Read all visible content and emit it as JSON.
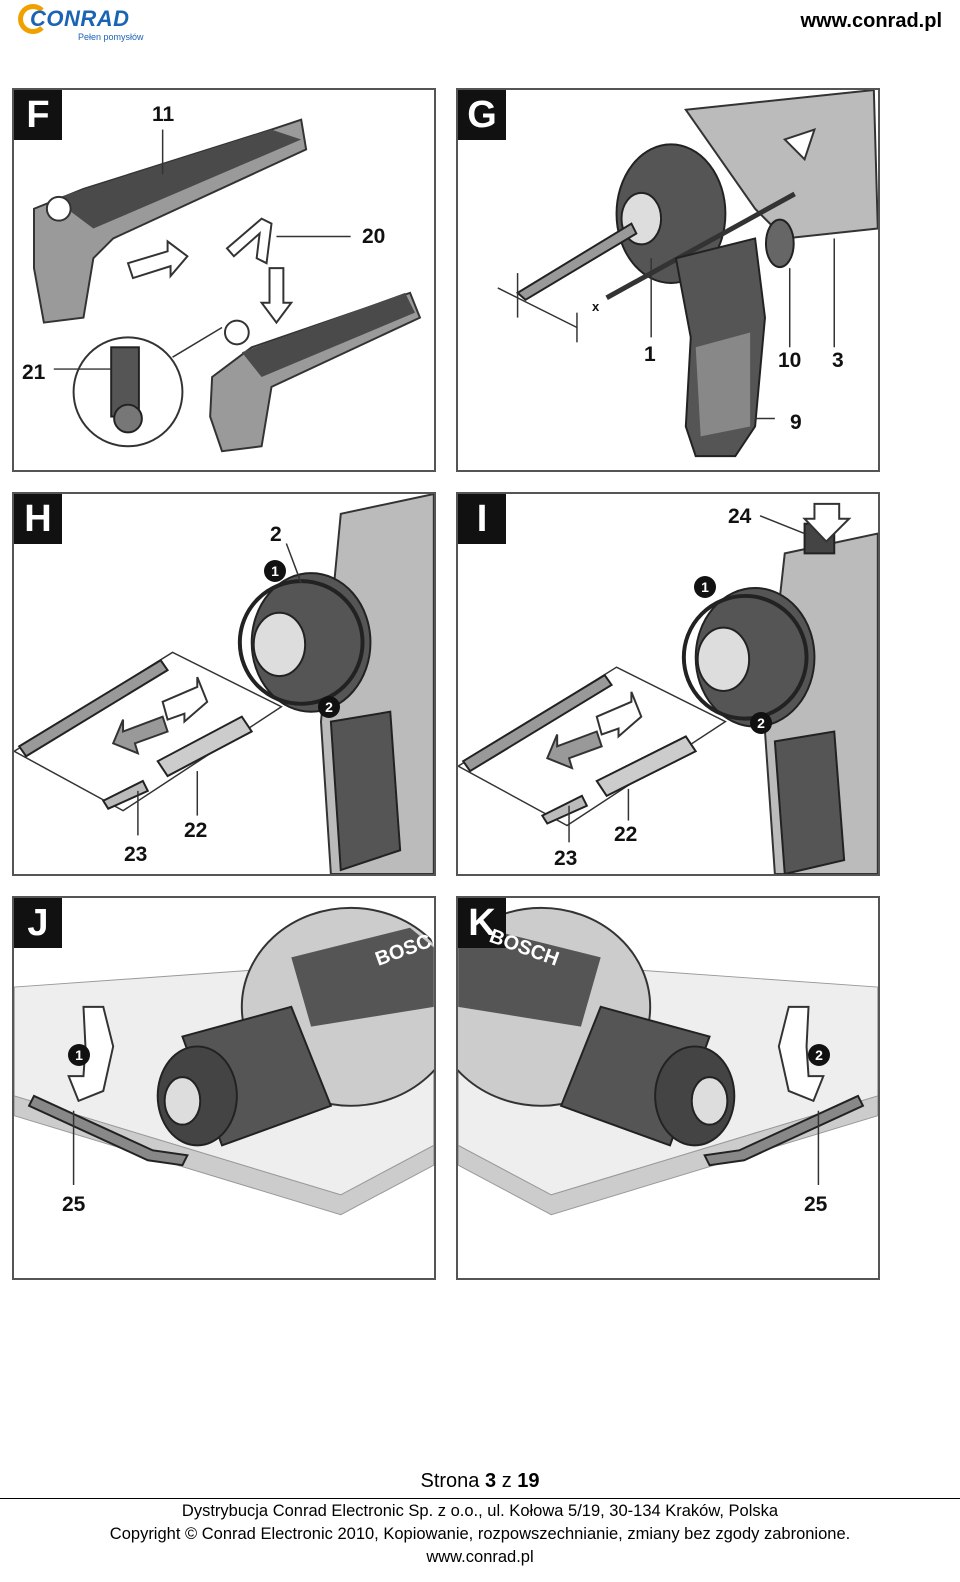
{
  "header": {
    "logo_text": "CONRAD",
    "logo_tagline": "Pełen pomysłów",
    "url": "www.conrad.pl"
  },
  "panels": {
    "F": {
      "letter": "F",
      "callouts": [
        "11",
        "20",
        "21"
      ]
    },
    "G": {
      "letter": "G",
      "callouts": [
        "1",
        "10",
        "3",
        "9"
      ],
      "dimension_label": "x"
    },
    "H": {
      "letter": "H",
      "callouts": [
        "2",
        "22",
        "23"
      ],
      "steps": [
        "1",
        "2"
      ]
    },
    "I": {
      "letter": "I",
      "callouts": [
        "24",
        "22",
        "23"
      ],
      "steps": [
        "1",
        "2"
      ]
    },
    "J": {
      "letter": "J",
      "callouts": [
        "25"
      ],
      "steps": [
        "1"
      ],
      "brand_mark": "BOSCH"
    },
    "K": {
      "letter": "K",
      "callouts": [
        "25"
      ],
      "steps": [
        "2"
      ],
      "brand_mark": "BOSCH"
    }
  },
  "footer": {
    "page_prefix": "Strona",
    "page_current": "3",
    "page_sep": "z",
    "page_total": "19",
    "line1": "Dystrybucja Conrad Electronic Sp. z o.o., ul. Kołowa 5/19, 30-134 Kraków, Polska",
    "line2": "Copyright © Conrad Electronic 2010, Kopiowanie, rozpowszechnianie, zmiany bez zgody zabronione.",
    "line3": "www.conrad.pl"
  }
}
